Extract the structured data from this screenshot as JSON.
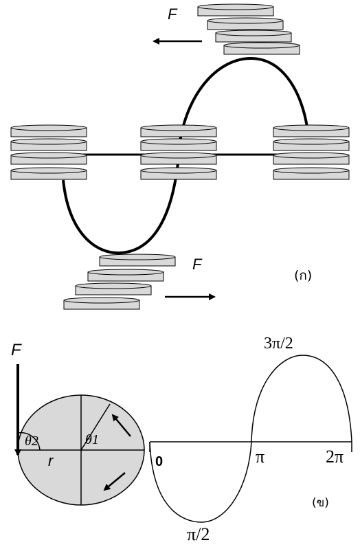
{
  "figure_a": {
    "force_label_top": "F",
    "force_label_bottom": "F",
    "caption": "(ก)"
  },
  "figure_b": {
    "force_label": "F",
    "theta1_label": "θ1",
    "theta2_label": "θ2",
    "radius_label": "r",
    "tick_0": "0",
    "tick_pi_half": "π/2",
    "tick_pi": "π",
    "tick_3pi_half": "3π/2",
    "tick_2pi": "2π",
    "caption": "(ข)"
  },
  "colors": {
    "disc_fill": "#d9d9d9",
    "stroke": "#000000",
    "background": "#ffffff"
  }
}
